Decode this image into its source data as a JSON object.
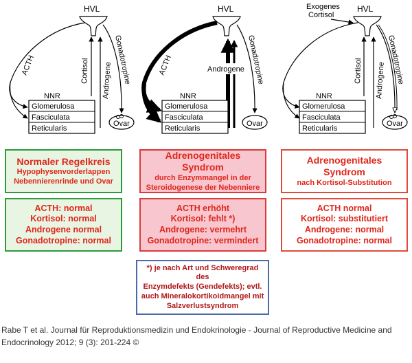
{
  "diagram": {
    "panel1": {
      "hvl": "HVL",
      "acth": "ACTH",
      "cortisol": "Cortisol",
      "androgene": "Androgene",
      "gonadotropine": "Gonadotropine",
      "nnr": "NNR",
      "layers": [
        "Glomerulosa",
        "Fasciculata",
        "Reticularis"
      ],
      "ovar": "Ovar"
    },
    "panel2": {
      "hvl": "HVL",
      "acth": "ACTH",
      "androgene": "Androgene",
      "gonadotropine": "Gonadotropine",
      "nnr": "NNR",
      "layers": [
        "Glomerulosa",
        "Fasciculata",
        "Reticularis"
      ],
      "ovar": "Ovar"
    },
    "panel3": {
      "exogenes_line1": "Exogenes",
      "exogenes_line2": "Cortisol",
      "hvl": "HVL",
      "cortisol": "Cortisol",
      "androgene": "Androgene",
      "gonadotropine": "Gonadotropine",
      "nnr": "NNR",
      "layers": [
        "Glomerulosa",
        "Fasciculata",
        "Reticularis"
      ],
      "ovar": "Ovar"
    }
  },
  "boxes": {
    "normal_title": {
      "title": "Normaler Regelkreis",
      "lines": [
        "Hypophysenvorderlappen",
        "Nebennierenrinde und Ovar"
      ]
    },
    "ags_title": {
      "title": "Adrenogenitales Syndrom",
      "lines": [
        "durch Enzymmangel in der",
        "Steroidogenese der Nebenniere"
      ]
    },
    "ags_sub_title": {
      "title": "Adrenogenitales Syndrom",
      "lines": [
        "nach Kortisol-Substitution"
      ]
    },
    "normal_values": [
      "ACTH: normal",
      "Kortisol: normal",
      "Androgene normal",
      "Gonadotropine: normal"
    ],
    "ags_values": [
      "ACTH erhöht",
      "Kortisol: fehlt *)",
      "Androgene: vermehrt",
      "Gonadotropine: vermindert"
    ],
    "ags_sub_values": [
      "ACTH normal",
      "Kortisol: substitutiert",
      "Androgene: normal",
      "Gonadotropine: normal"
    ],
    "footnote": [
      "*) je nach Art und Schweregrad des",
      "Enzymdefekts (Gendefekts); evtl.",
      "auch Mineralokortikoidmangel mit",
      "Salzverlustsyndrom"
    ]
  },
  "citation": {
    "line1": "Rabe T et al. Journal für Reproduktionsmedizin und Endokrinologie - Journal of Reproductive Medicine and",
    "line2": "Endocrinology 2012; 9 (3): 201-224 ©"
  }
}
